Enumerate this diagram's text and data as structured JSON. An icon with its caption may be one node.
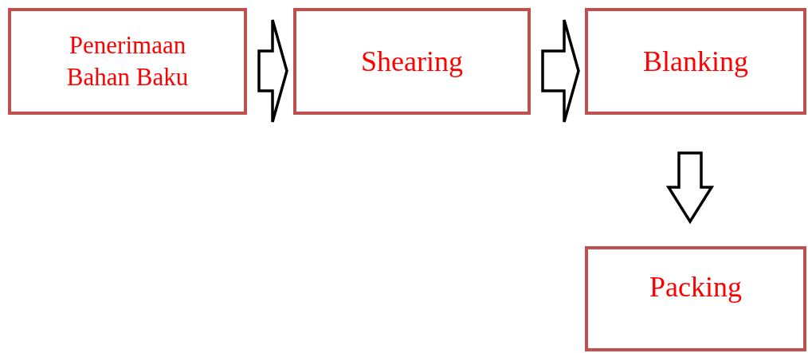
{
  "diagram": {
    "nodes": [
      {
        "text": [
          "Penerimaan Bahan Baku"
        ]
      },
      {
        "text": [
          "Shearing"
        ]
      },
      {
        "text": [
          "Blanking"
        ]
      },
      {
        "text": [
          "Packing"
        ]
      }
    ],
    "edges": [
      {
        "from": 0,
        "to": 1,
        "arrow": "to"
      },
      {
        "from": 1,
        "to": 2,
        "arrow": "to"
      },
      {
        "from": 2,
        "to": 3,
        "arrow": "to"
      }
    ]
  }
}
